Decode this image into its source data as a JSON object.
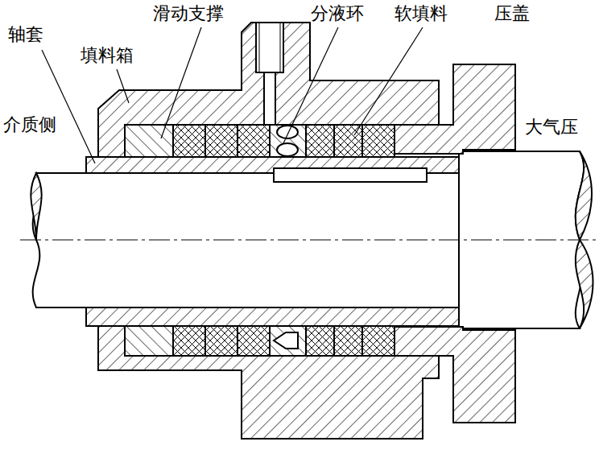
{
  "diagram": {
    "labels": [
      "轴套",
      "填料箱",
      "滑动支撑",
      "分液环",
      "软填料",
      "压盖",
      "介质侧",
      "大气压"
    ]
  }
}
